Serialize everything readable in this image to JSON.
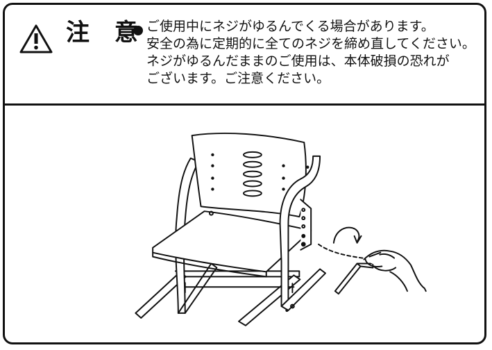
{
  "notice": {
    "title": "注 意",
    "lines": [
      "ご使用中にネジがゆるんでくる場合があります。",
      "安全の為に定期的に全てのネジを締め直してください。",
      "ネジがゆるんだままのご使用は、本体破損の恐れが",
      "ございます。ご注意ください。"
    ],
    "icon": "warning-triangle-icon"
  },
  "illustration": {
    "subject": "chair-tightening-screws-illustration",
    "icons": [
      "chair-icon",
      "allen-wrench-icon",
      "hand-icon",
      "rotation-arrow-icon"
    ]
  }
}
